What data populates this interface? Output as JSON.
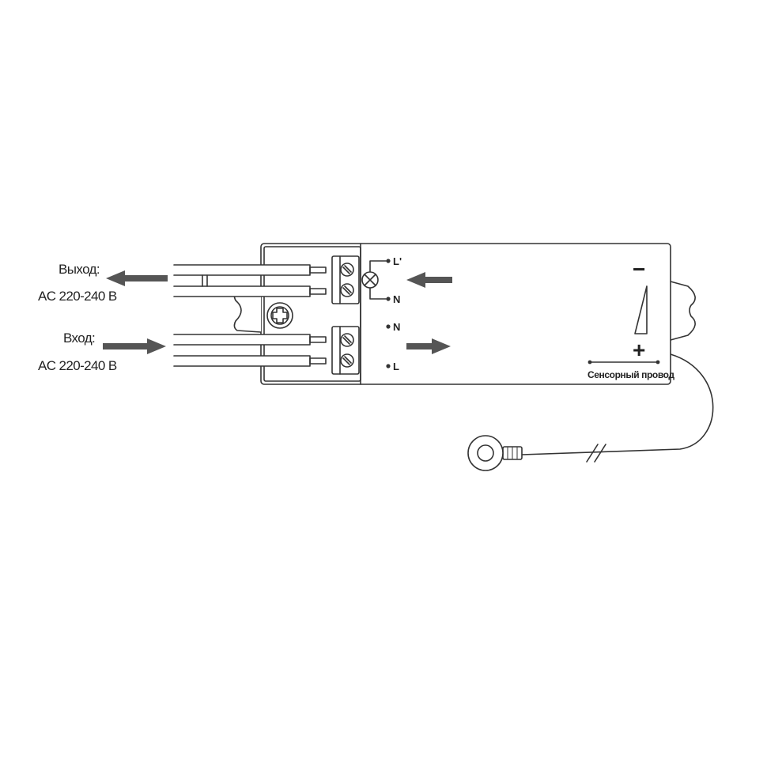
{
  "labels": {
    "output_title": "Выход:",
    "output_voltage": "AC 220-240 В",
    "input_title": "Вход:",
    "input_voltage": "AC 220-240 В",
    "terminal_l_prime": "L'",
    "terminal_n_top": "N",
    "terminal_n_bottom": "N",
    "terminal_l": "L",
    "minus_sign": "−",
    "plus_sign": "+",
    "sensor_wire": "Сенсорный провод"
  },
  "colors": {
    "line": "#333333",
    "arrow": "#555555",
    "background": "#ffffff"
  },
  "icons": {
    "lamp": "lamp-symbol-icon",
    "screw": "screw-icon",
    "ring_terminal": "ring-terminal-icon",
    "adjust": "adjust-wedge-icon"
  }
}
